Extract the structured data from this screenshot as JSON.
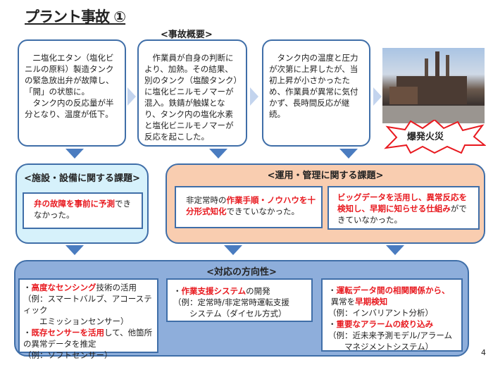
{
  "title": "プラント事故 ①",
  "overview_label": "<事故概要>",
  "steps": [
    {
      "text": "　二塩化エタン（塩化ビニルの原料）製造タンクの緊急放出弁が故障し、「開」の状態に。\n　タンク内の反応量が半分となり、温度が低下。"
    },
    {
      "text": "　作業員が自身の判断により、加熱。その結果、別のタンク（塩酸タンク）に塩化ビニルモノマーが混入。鉄錆が触媒となり、タンク内の塩化水素と塩化ビニルモノマーが反応を起こした。"
    },
    {
      "text": "　タンク内の温度と圧力が次第に上昇したが、当初上昇が小さかったため、作業員が異常に気付かず、長時間反応が継続。"
    }
  ],
  "explosion_label": "爆発火災",
  "facility": {
    "header": "<施設・設備に関する課題>",
    "segs": [
      "弁の故障を事前に予測",
      "できなかった。"
    ]
  },
  "operation": {
    "header": "<運用・管理に関する課題>",
    "box1": [
      "非定常時の",
      "作業手順・ノウハウを十分形式知化",
      "できていなかった。"
    ],
    "box2": [
      "ビッグデータを活用し、異常反応を検知し、早期に知らせる仕組み",
      "ができていなかった。"
    ]
  },
  "direction": {
    "header": "<対応の方向性>",
    "col1": {
      "a": [
        "・",
        "高度なセンシング",
        "技術の活用"
      ],
      "a_ex": "（例：スマートバルブ、アコースティック\n　　エミッションセンサー）",
      "b": [
        "・",
        "既存センサーを活用",
        "して、他箇所の異常データを推定"
      ],
      "b_ex": "（例：ソフトセンサー）"
    },
    "col2": {
      "a": [
        "・",
        "作業支援システム",
        "の開発"
      ],
      "a_ex": "（例：定常時/非定常時運転支援\n　　システム（ダイセル方式）"
    },
    "col3": {
      "a": [
        "・",
        "運転データ間の相関関係から、",
        "異常を",
        "早期検知"
      ],
      "a_ex": "（例：インバリアント分析）",
      "b": [
        "・",
        "重要なアラームの絞り込み"
      ],
      "b_ex": "（例：近未来予測モデル/アラーム\n　　マネジメントシステム）"
    }
  },
  "page_number": "4"
}
